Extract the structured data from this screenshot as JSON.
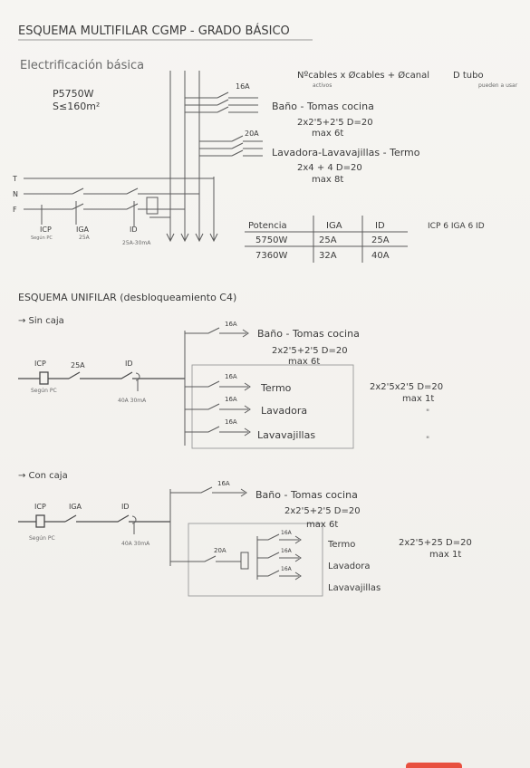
{
  "title": "ESQUEMA MULTIFILAR CGMP - GRADO BÁSICO",
  "multifilar": {
    "subtitle": "Electrificación básica",
    "power_note": "P5750W",
    "area_note": "S≤160m²",
    "formula_a": "Nºcables x Øcables + Øcanal",
    "formula_a_sub": "activos",
    "formula_b": "D tubo",
    "formula_b_sub": "pueden a usar",
    "line_T": "T",
    "line_N": "N",
    "line_F": "F",
    "dev_icp": "ICP",
    "dev_icp_sub": "Según PC",
    "dev_iga": "IGA",
    "dev_iga_sub": "25A",
    "dev_id": "ID",
    "dev_id_sub": "25A-30mA",
    "circ1_rating": "16A",
    "circ1_label": "Baño - Tomas cocina",
    "circ1_cable": "2x2'5+2'5  D=20",
    "circ1_max": "max 6t",
    "circ2_rating": "20A",
    "circ2_label": "Lavadora-Lavavajillas - Termo",
    "circ2_cable": "2x4 + 4   D=20",
    "circ2_max": "max 8t"
  },
  "table": {
    "headers": [
      "Potencia",
      "IGA",
      "ID"
    ],
    "rows": [
      [
        "5750W",
        "25A",
        "25A"
      ],
      [
        "7360W",
        "32A",
        "40A"
      ]
    ],
    "side_note": "ICP 6 IGA 6 ID"
  },
  "unifilar": {
    "title": "ESQUEMA UNIFILAR (desbloqueamiento C4)",
    "sin_caja": {
      "heading": "→ Sin caja",
      "icp": "ICP",
      "icp_sub": "Según PC",
      "iga": "25A",
      "id": "ID",
      "id_sub": "40A 30mA",
      "top_rating": "16A",
      "top_label": "Baño - Tomas cocina",
      "top_cable": "2x2'5+2'5  D=20",
      "top_max": "max 6t",
      "b1_rating": "16A",
      "b1_label": "Termo",
      "b2_rating": "16A",
      "b2_label": "Lavadora",
      "b3_rating": "16A",
      "b3_label": "Lavavajillas",
      "right_cable": "2x2'5x2'5  D=20",
      "right_max": "max 1t",
      "ditto": "\""
    },
    "con_caja": {
      "heading": "→ Con caja",
      "icp": "ICP",
      "icp_sub": "Según PC",
      "iga": "IGA",
      "id": "ID",
      "id_sub": "40A 30mA",
      "top_rating": "16A",
      "top_label": "Baño - Tomas cocina",
      "top_cable": "2x2'5+2'5  D=20",
      "top_max": "max 6t",
      "main_rating": "20A",
      "b1_rating": "16A",
      "b1_label": "Termo",
      "b2_rating": "16A",
      "b2_label": "Lavadora",
      "b3_rating": "16A",
      "b3_label": "Lavavajillas",
      "right_cable": "2x2'5+25  D=20",
      "right_max": "max 1t"
    }
  },
  "colors": {
    "ink": "#3b3b3b",
    "paper": "#f3f1ee",
    "pencil": "#9a9a9a",
    "stamp": "#e8503f"
  }
}
